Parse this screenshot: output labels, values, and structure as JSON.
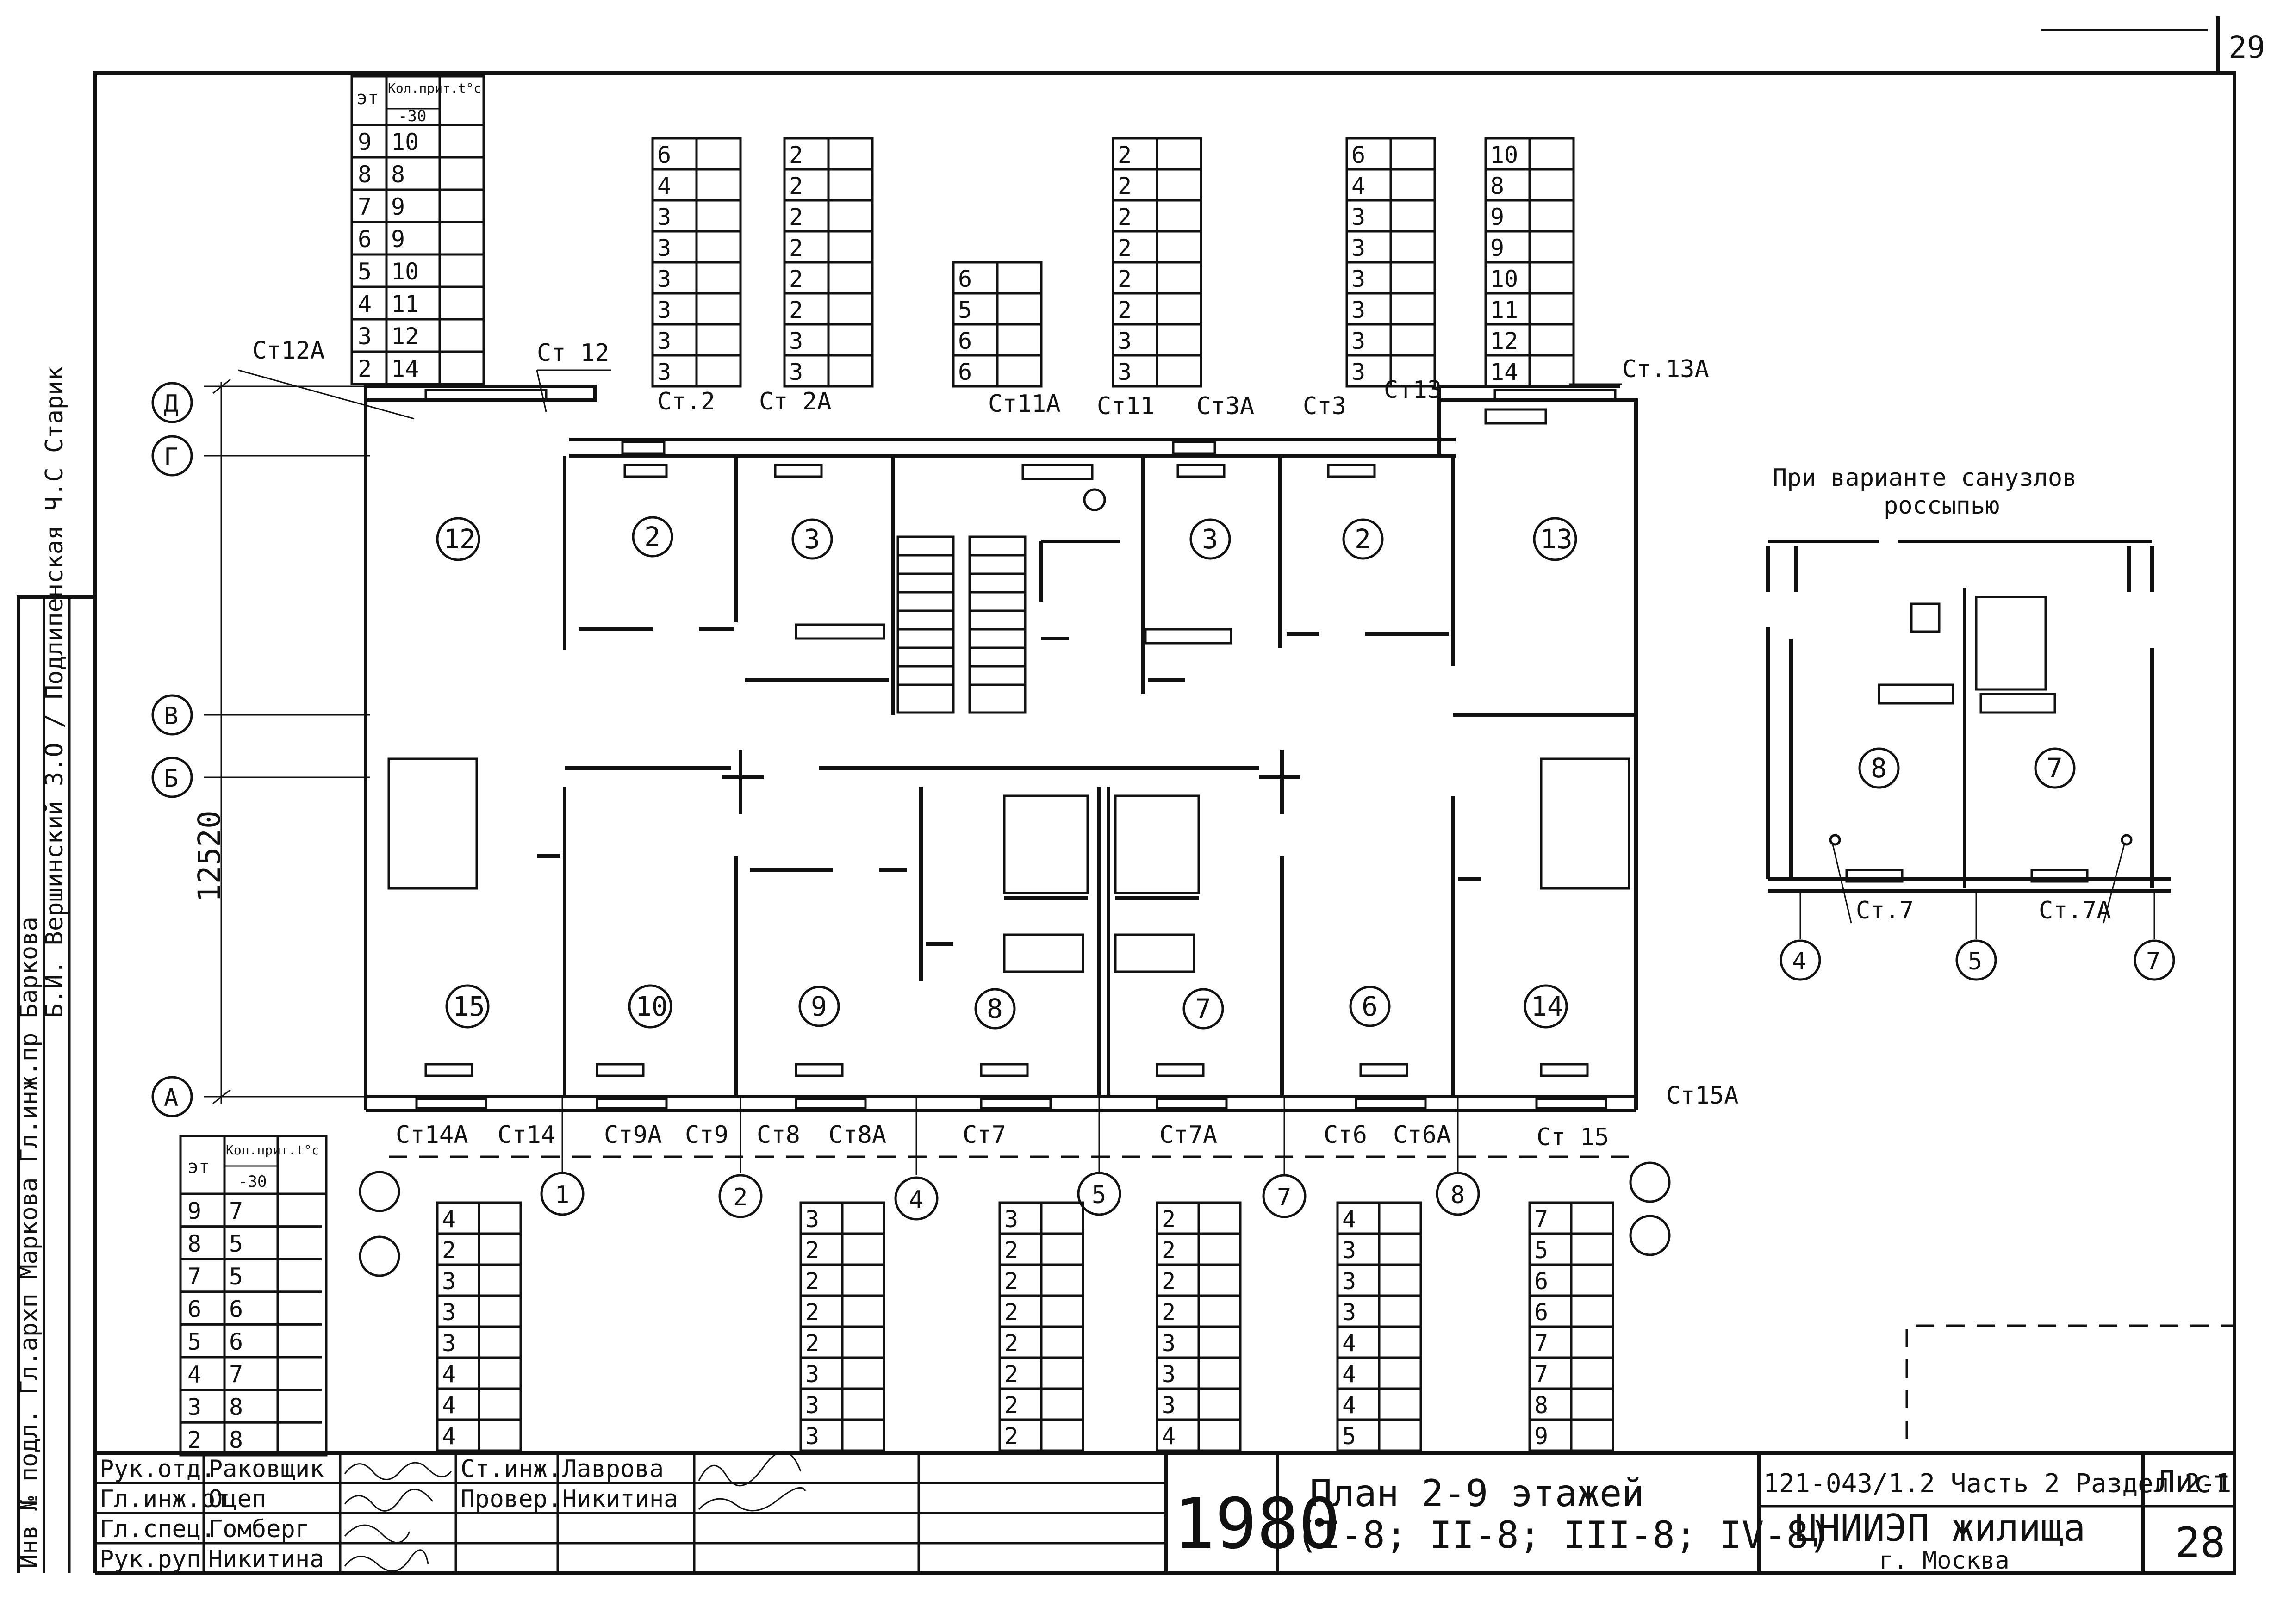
{
  "sheet": {
    "corner_page": "29",
    "sheet_label": "Лист",
    "sheet_no": "28",
    "year": "1980",
    "title_line1": "План  2-9   этажей",
    "title_line2": "(I-8;  II-8;  III-8;  IV-8)",
    "code": "121-043/1.2 Часть 2 Раздел 2-1",
    "org_line1": "ЦНИИЭП  жилища",
    "org_line2": "г. Москва"
  },
  "titleblock_left": [
    {
      "role": "Рук.отд.",
      "name": "Раковщик"
    },
    {
      "role": "Гл.инж.от",
      "name": "Оцеп"
    },
    {
      "role": "Гл.спец.",
      "name": "Гомберг"
    },
    {
      "role": "Рук.руп",
      "name": "Никитина"
    }
  ],
  "titleblock_mid": [
    {
      "role": "Ст.инж.",
      "name": "Лаврова"
    },
    {
      "role": "Провер.",
      "name": "Никитина"
    }
  ],
  "vertical_stamp": {
    "main": "Инв № подл.  Гл.архп  Маркова   Гл.инж.пр  Баркова",
    "side": "Б.И. Вершинский  З.О / Подлипенская  Ч.С  Старик"
  },
  "top_table": {
    "header_et": "эт",
    "header_kol": "Кол.прит.t°с",
    "header_temp": "-30",
    "rows": [
      [
        "9",
        "10"
      ],
      [
        "8",
        "8"
      ],
      [
        "7",
        "9"
      ],
      [
        "6",
        "9"
      ],
      [
        "5",
        "10"
      ],
      [
        "4",
        "11"
      ],
      [
        "3",
        "12"
      ],
      [
        "2",
        "14"
      ]
    ]
  },
  "bottom_table": {
    "header_et": "эт",
    "header_kol": "Кол.прит.t°с",
    "header_temp": "-30",
    "rows": [
      [
        "9",
        "7"
      ],
      [
        "8",
        "5"
      ],
      [
        "7",
        "5"
      ],
      [
        "6",
        "6"
      ],
      [
        "5",
        "6"
      ],
      [
        "4",
        "7"
      ],
      [
        "3",
        "8"
      ],
      [
        "2",
        "8"
      ]
    ]
  },
  "top_columns": [
    [
      "6",
      "4",
      "3",
      "3",
      "3",
      "3",
      "3",
      "3"
    ],
    [
      "2",
      "2",
      "2",
      "2",
      "2",
      "2",
      "3",
      "3"
    ],
    [
      "6",
      "5",
      "6",
      "6"
    ],
    [
      "2",
      "2",
      "2",
      "2",
      "2",
      "2",
      "3",
      "3"
    ],
    [
      "6",
      "4",
      "3",
      "3",
      "3",
      "3",
      "3",
      "3"
    ],
    [
      "10",
      "8",
      "9",
      "9",
      "10",
      "11",
      "12",
      "14"
    ]
  ],
  "bottom_columns": [
    [
      "4",
      "2",
      "3",
      "3",
      "3",
      "4",
      "4",
      "4"
    ],
    [
      "3",
      "2",
      "2",
      "2",
      "2",
      "3",
      "3",
      "3"
    ],
    [
      "3",
      "2",
      "2",
      "2",
      "2",
      "2",
      "2",
      "2"
    ],
    [
      "2",
      "2",
      "2",
      "2",
      "3",
      "3",
      "3",
      "4"
    ],
    [
      "4",
      "3",
      "3",
      "3",
      "4",
      "4",
      "4",
      "5"
    ],
    [
      "7",
      "5",
      "6",
      "6",
      "7",
      "7",
      "8",
      "9"
    ]
  ],
  "risers_top": [
    "Ст12А",
    "Ст 12",
    "Ст.2",
    "Ст 2А",
    "Ст11А",
    "Ст11",
    "Ст3А",
    "Ст3",
    "Ст13",
    "Ст.13А"
  ],
  "risers_bottom": [
    "Ст14А",
    "Ст14",
    "Ст9А",
    "Ст9",
    "Ст8",
    "Ст8А",
    "Ст7",
    "Ст7А",
    "Ст6",
    "Ст6А",
    "Ст 15",
    "Ст15А"
  ],
  "axes_letters": [
    "Д",
    "Г",
    "В",
    "Б",
    "А"
  ],
  "axes_numbers_bottom": [
    "1",
    "2",
    "4",
    "5",
    "7",
    "8"
  ],
  "dimension": "12520",
  "rooms_top": [
    "12",
    "2",
    "3",
    "3",
    "2",
    "13"
  ],
  "rooms_bottom": [
    "15",
    "10",
    "9",
    "8",
    "7",
    "6",
    "14"
  ],
  "variant": {
    "title_line1": "При  варианте  санузлов",
    "title_line2": "россыпью",
    "rooms": [
      "8",
      "7"
    ],
    "risers": [
      "Ст.7",
      "Ст.7А"
    ],
    "axes": [
      "4",
      "5",
      "7"
    ]
  }
}
